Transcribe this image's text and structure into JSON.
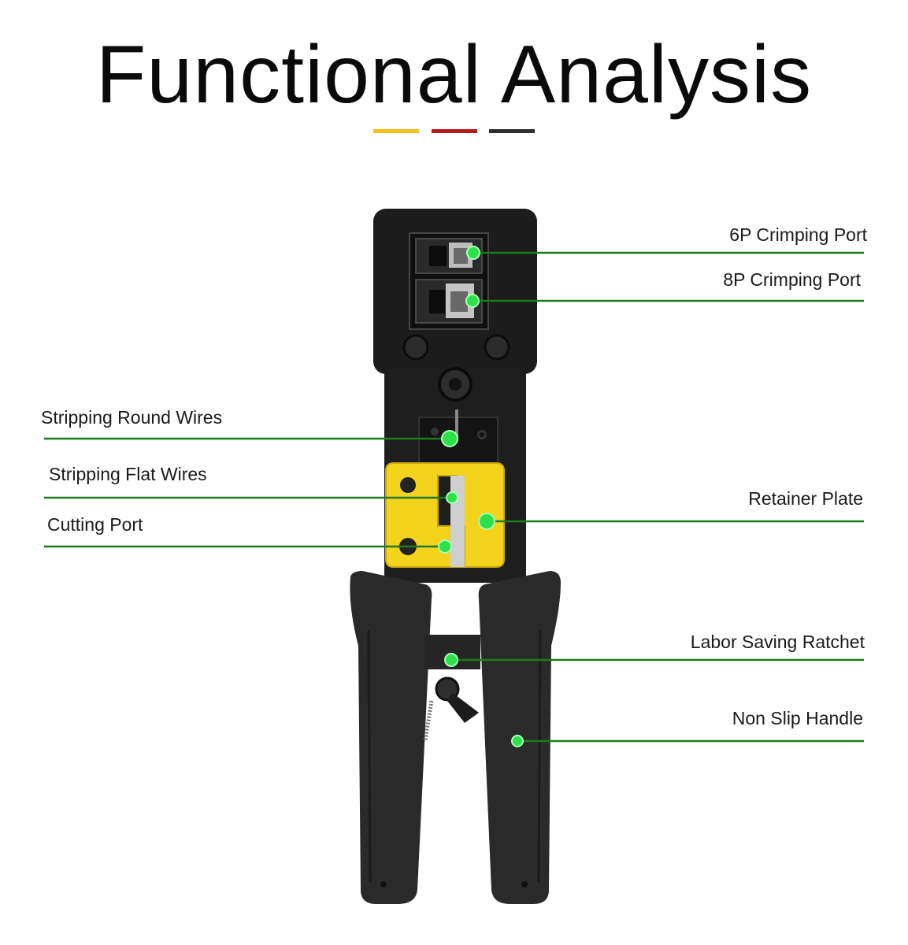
{
  "title": "Functional Analysis",
  "colors": {
    "accent_yellow": "#f2c318",
    "accent_red": "#b51a1a",
    "accent_dark": "#2f2f2f",
    "line_green": "#1e7a1e",
    "dot_green": "#2ee04a",
    "tool_black": "#1c1c1c",
    "plate_yellow": "#f3d31c"
  },
  "labels": {
    "crimp_6p": "6P Crimping Port",
    "crimp_8p": "8P Crimping Port",
    "strip_round": "Stripping Round Wires",
    "strip_flat": "Stripping Flat Wires",
    "cutting": "Cutting Port",
    "retainer": "Retainer Plate",
    "ratchet": "Labor Saving Ratchet",
    "handle": "Non Slip Handle"
  }
}
